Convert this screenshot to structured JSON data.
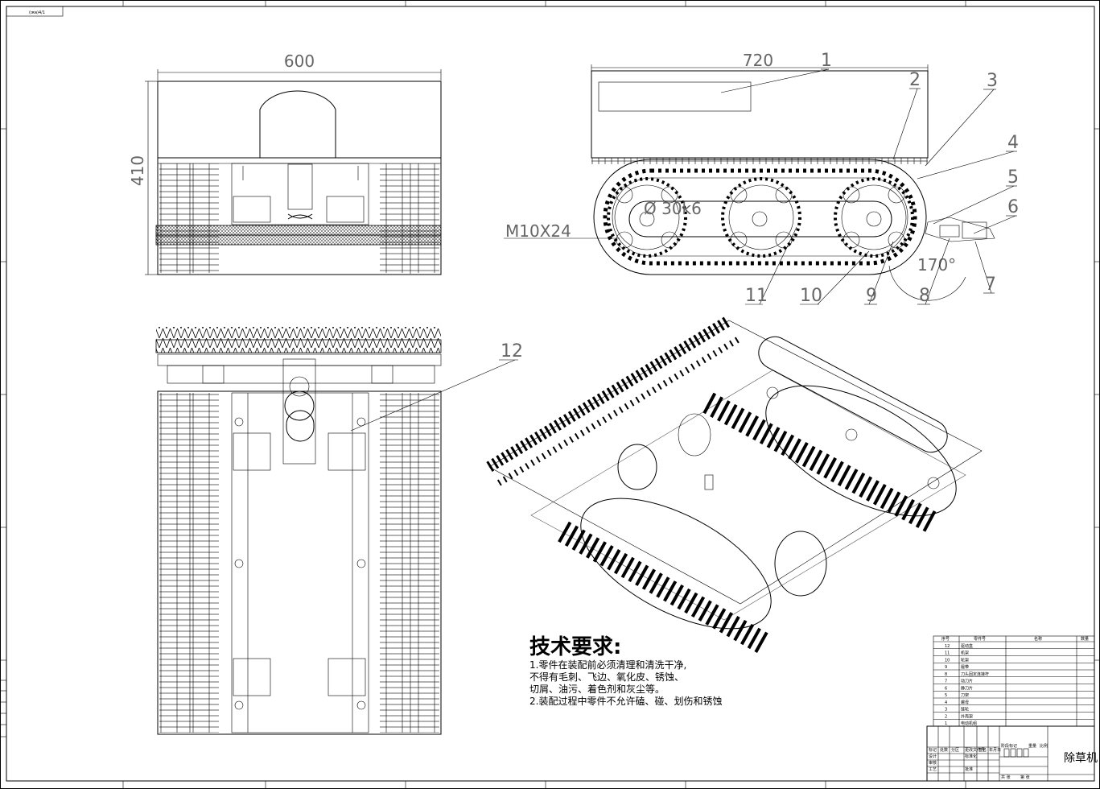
{
  "drawing_code": "(ɪʀɴ)4/1",
  "dimensions": {
    "front_width": "600",
    "front_height": "410",
    "side_length": "720",
    "shaft": "Ø 30k6",
    "bolt": "M10X24",
    "angle": "170°"
  },
  "callouts": [
    "1",
    "2",
    "3",
    "4",
    "5",
    "6",
    "7",
    "8",
    "9",
    "10",
    "11",
    "12"
  ],
  "technical_requirements": {
    "title": "技术要求:",
    "lines": [
      "1.零件在装配前必须清理和清洗干净,",
      "不得有毛刺、飞边、氧化皮、锈蚀、",
      "切屑、油污、着色剂和灰尘等。",
      "2.装配过程中零件不允许磕、碰、划伤和锈蚀"
    ]
  },
  "parts_list": {
    "headers": [
      "序号",
      "零件号",
      "名称",
      "数量"
    ],
    "rows": [
      {
        "no": "12",
        "name": "驱动盒"
      },
      {
        "no": "11",
        "name": "机架"
      },
      {
        "no": "10",
        "name": "轮架"
      },
      {
        "no": "9",
        "name": "履带"
      },
      {
        "no": "8",
        "name": "刀头固定连接杆"
      },
      {
        "no": "7",
        "name": "动刀片"
      },
      {
        "no": "6",
        "name": "静刀片"
      },
      {
        "no": "5",
        "name": "刀架"
      },
      {
        "no": "4",
        "name": "螺母"
      },
      {
        "no": "3",
        "name": "链轮"
      },
      {
        "no": "2",
        "name": "外壳架"
      },
      {
        "no": "1",
        "name": "电动机组"
      }
    ]
  },
  "title_block": {
    "name": "除草机",
    "labels": [
      "标记",
      "处数",
      "分区",
      "更改文件号",
      "签名",
      "年月日",
      "设计",
      "标准化",
      "审核",
      "工艺",
      "批准",
      "阶段标记",
      "重量",
      "比例",
      "共 张",
      "第 张"
    ]
  }
}
